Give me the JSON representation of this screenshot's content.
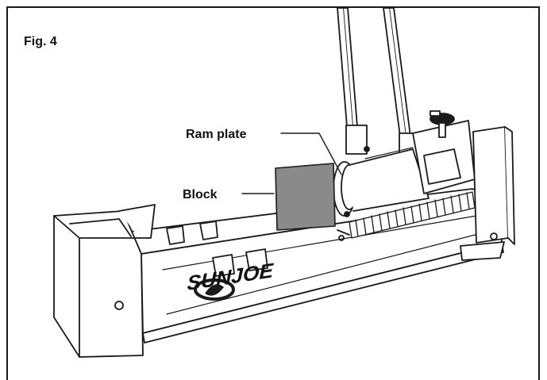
{
  "figure": {
    "label": "Fig. 4",
    "callouts": {
      "ram_plate": "Ram plate",
      "block": "Block"
    },
    "brand": "SUNJOE",
    "colors": {
      "line": "#1a1a1a",
      "block_fill": "#8a8a8a",
      "background": "#ffffff"
    }
  }
}
